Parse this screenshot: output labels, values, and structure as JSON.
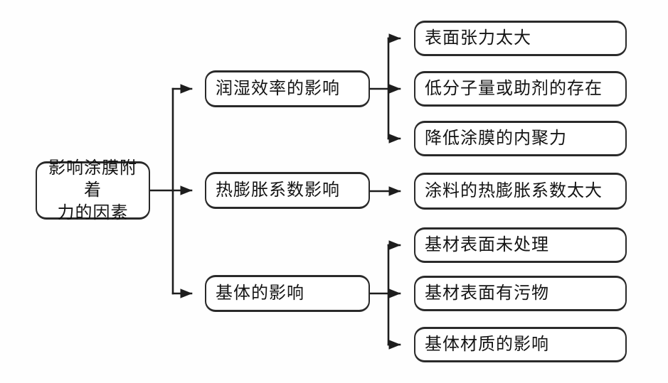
{
  "diagram": {
    "title": "影响涂膜附着力的因素",
    "root": {
      "label": "影响涂膜附着\n力的因素"
    },
    "branches": [
      {
        "label": "润湿效率的影响",
        "children": [
          "表面张力太大",
          "低分子量或助剂的存在",
          "降低涂膜的内聚力"
        ]
      },
      {
        "label": "热膨胀系数影响",
        "children": [
          "涂料的热膨胀系数太大"
        ]
      },
      {
        "label": "基体的影响",
        "children": [
          "基材表面未处理",
          "基材表面有污物",
          "基体材质的影响"
        ]
      }
    ],
    "colors": {
      "background": "#fefefe",
      "box_fill": "#ffffff",
      "box_border": "#2a2a2a",
      "line": "#1d1d1d",
      "text": "#141414"
    }
  }
}
